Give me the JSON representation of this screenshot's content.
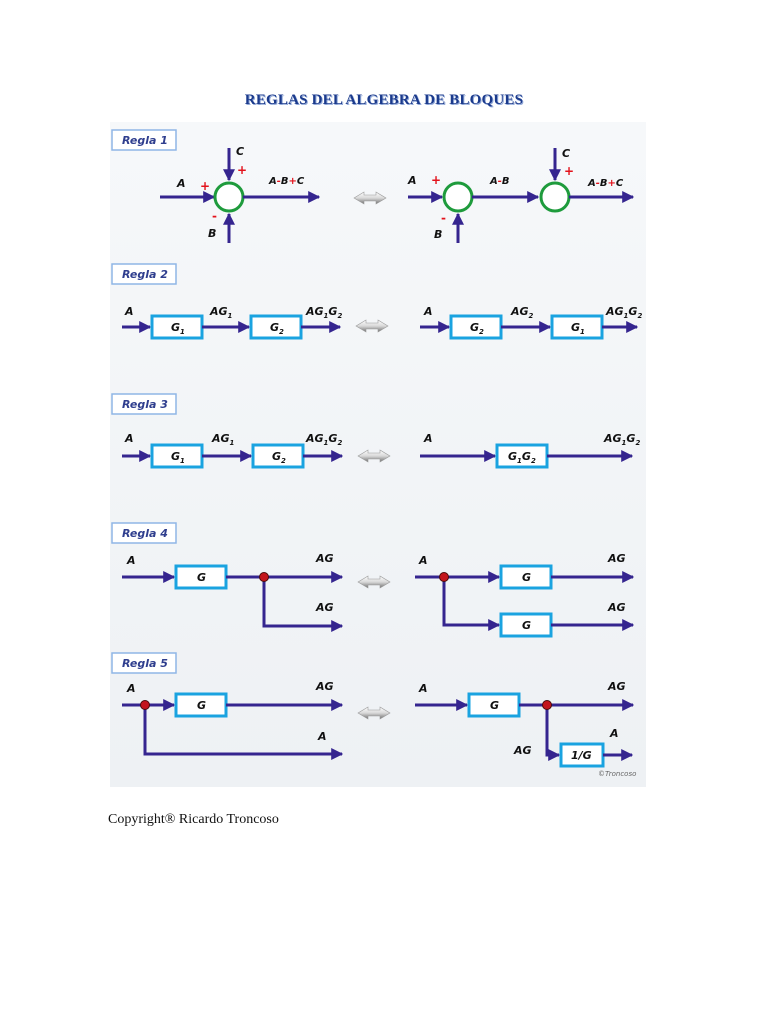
{
  "title": "REGLAS DEL ALGEBRA DE BLOQUES",
  "copyright": "Copyright® Ricardo Troncoso",
  "watermark": "©Troncoso",
  "colors": {
    "line": "#35258f",
    "block": "#1aa3e0",
    "summer": "#1e9b3c",
    "sign": "#e3121b",
    "node": "#c3151c",
    "tag_border": "#8fb6e6"
  },
  "rules": [
    {
      "tag": "Regla 1",
      "left": {
        "A": "A",
        "B": "B",
        "C": "C",
        "out_pre": "A",
        "out_minus": "-",
        "out_B": "B",
        "out_plus": "+",
        "out_C": "C",
        "plus1": "+",
        "plus2": "+",
        "minus": "-"
      },
      "right": {
        "A": "A",
        "B": "B",
        "C": "C",
        "mid_pre": "A",
        "mid_minus": "-",
        "mid_B": "B",
        "out_pre": "A",
        "out_minus": "-",
        "out_B": "B",
        "out_plus": "+",
        "out_C": "C",
        "plus1": "+",
        "plus2": "+",
        "minus": "-"
      }
    },
    {
      "tag": "Regla 2",
      "left": {
        "input": "A",
        "b1": "G",
        "b1_sub": "1",
        "mid": "AG",
        "mid_sub": "1",
        "b2": "G",
        "b2_sub": "2",
        "out": "AG",
        "out_s1": "1",
        "out_g": "G",
        "out_s2": "2"
      },
      "right": {
        "input": "A",
        "b1": "G",
        "b1_sub": "2",
        "mid": "AG",
        "mid_sub": "2",
        "b2": "G",
        "b2_sub": "1",
        "out": "AG",
        "out_s1": "1",
        "out_g": "G",
        "out_s2": "2"
      }
    },
    {
      "tag": "Regla 3",
      "left": {
        "input": "A",
        "b1": "G",
        "b1_sub": "1",
        "mid": "AG",
        "mid_sub": "1",
        "b2": "G",
        "b2_sub": "2",
        "out": "AG",
        "out_s1": "1",
        "out_g": "G",
        "out_s2": "2"
      },
      "right": {
        "input": "A",
        "b": "G",
        "b_s1": "1",
        "b_g": "G",
        "b_s2": "2",
        "out": "AG",
        "out_s1": "1",
        "out_g": "G",
        "out_s2": "2"
      }
    },
    {
      "tag": "Regla 4",
      "left": {
        "input": "A",
        "block": "G",
        "out1": "AG",
        "out2": "AG"
      },
      "right": {
        "input": "A",
        "block1": "G",
        "block2": "G",
        "out1": "AG",
        "out2": "AG"
      }
    },
    {
      "tag": "Regla 5",
      "left": {
        "input": "A",
        "block": "G",
        "out1": "AG",
        "out2": "A"
      },
      "right": {
        "input": "A",
        "block": "G",
        "out1": "AG",
        "branch": "AG",
        "block2": "1/G",
        "out2": "A"
      }
    }
  ]
}
